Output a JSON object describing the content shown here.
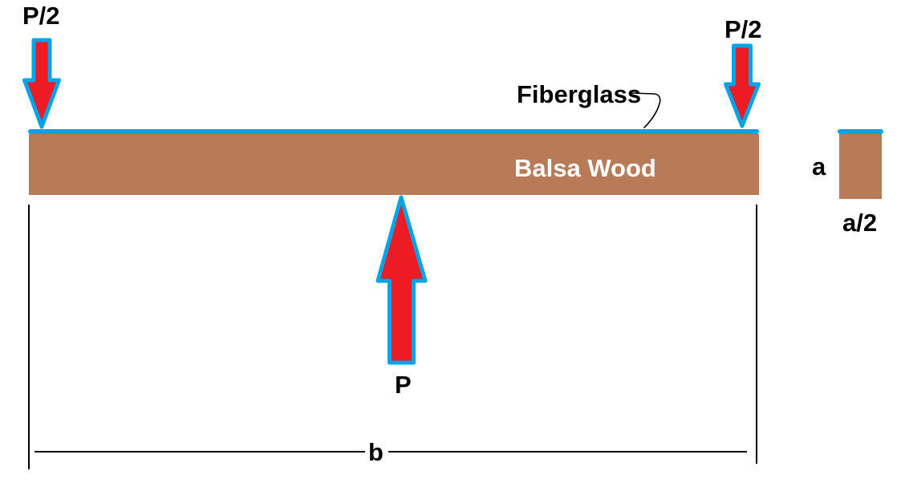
{
  "figure": {
    "type": "composite-beam-loading-diagram",
    "labels": {
      "load_left": "P/2",
      "load_right": "P/2",
      "load_center": "P",
      "fiberglass": "Fiberglass",
      "balsa_wood": "Balsa Wood",
      "span_dimension": "b",
      "section_height": "a",
      "section_width": "a/2"
    },
    "colors": {
      "fiberglass": "#00A2E8",
      "balsa": "#B97A57",
      "arrow_fill": "#ED1C24",
      "arrow_outline": "#00A2E8",
      "line": "#000000",
      "background": "#FFFFFF",
      "balsa_label_text": "#FFFFFF",
      "label_text": "#000000"
    }
  }
}
